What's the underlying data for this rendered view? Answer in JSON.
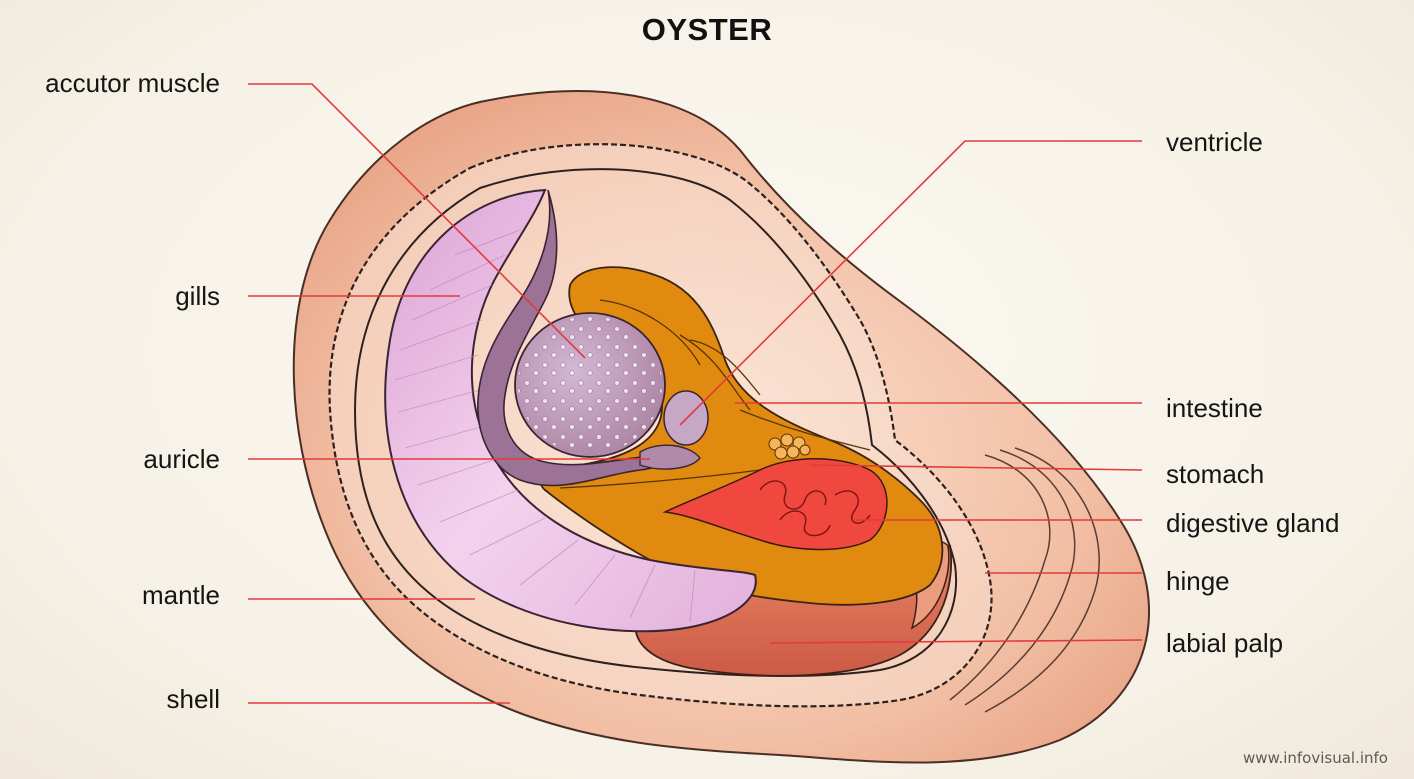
{
  "title": "OYSTER",
  "labels": {
    "adductor_muscle": "accutor muscle",
    "gills": "gills",
    "auricle": "auricle",
    "mantle": "mantle",
    "shell": "shell",
    "ventricle": "ventricle",
    "intestine": "intestine",
    "stomach": "stomach",
    "digestive_gland": "digestive gland",
    "hinge": "hinge",
    "labial_palp": "labial palp"
  },
  "credit": "www.infovisual.info",
  "colors": {
    "leader_line": "#e23b3b",
    "shell": "#eeb49a",
    "mantle": "#f7d5c3",
    "gills": "#e7b6e0",
    "muscle": "#b997bb",
    "visceral_mass": "#e08a0f",
    "digestive_gland": "#f0473f",
    "labial_palp": "#d8674f"
  }
}
